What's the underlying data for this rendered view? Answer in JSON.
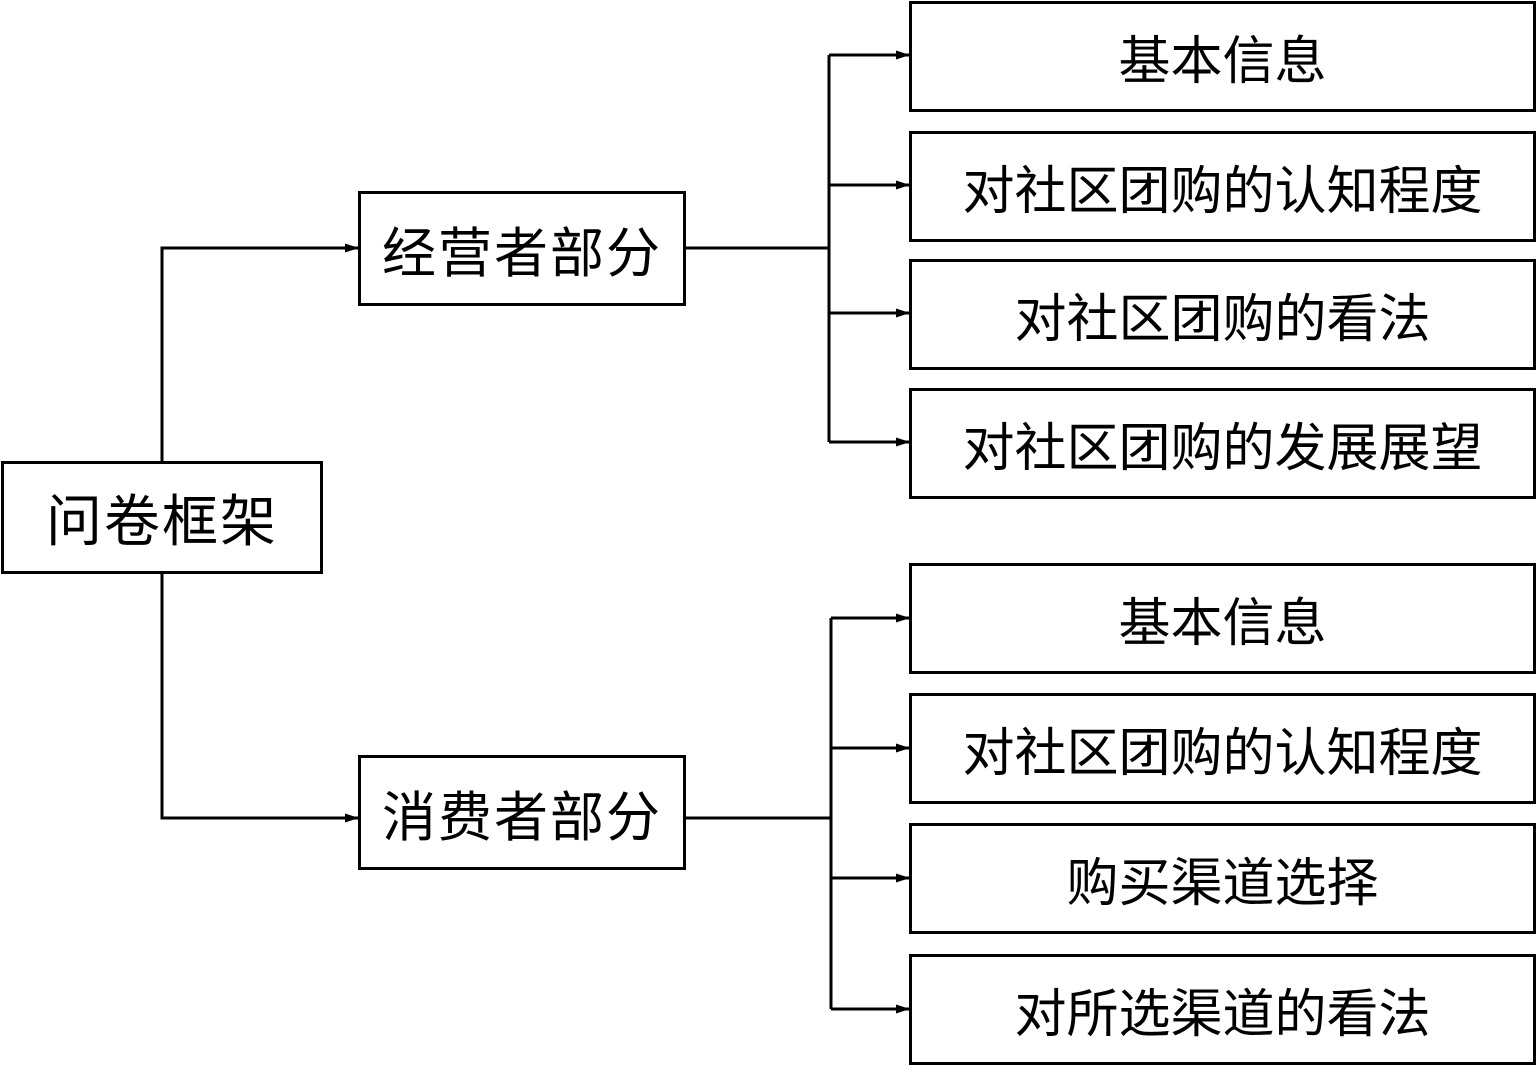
{
  "diagram": {
    "root": {
      "label": "问卷框架"
    },
    "sections": [
      {
        "label": "经营者部分",
        "items": [
          "基本信息",
          "对社区团购的认知程度",
          "对社区团购的看法",
          "对社区团购的发展展望"
        ]
      },
      {
        "label": "消费者部分",
        "items": [
          "基本信息",
          "对社区团购的认知程度",
          "购买渠道选择",
          "对所选渠道的看法"
        ]
      }
    ]
  }
}
